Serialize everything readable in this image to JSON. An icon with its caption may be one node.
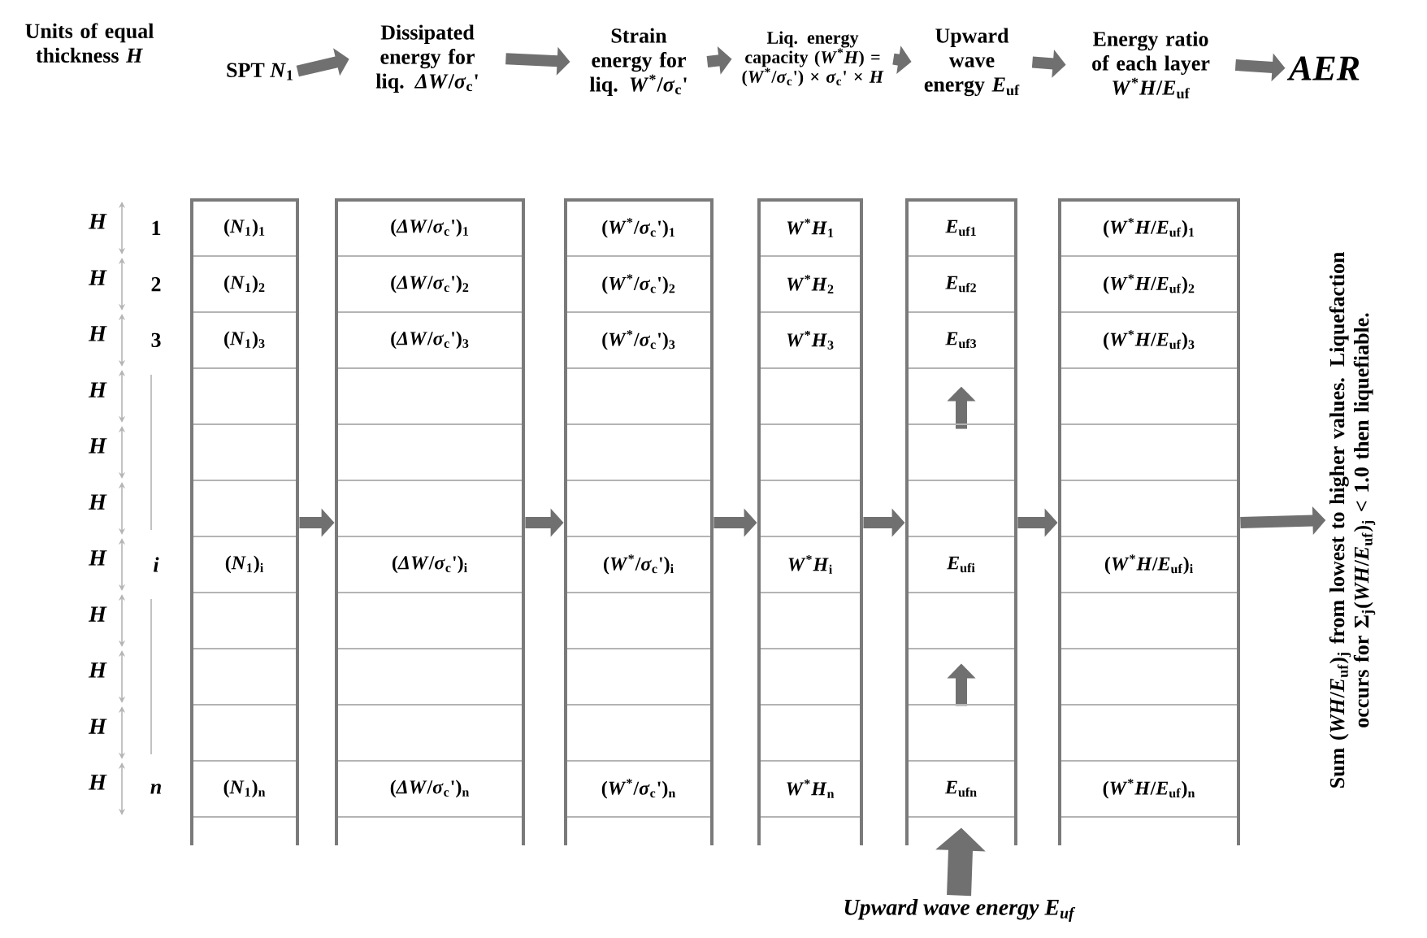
{
  "diagram": {
    "nodes": [
      {
        "text": [
          "SPT *N*$_{1}$"
        ]
      },
      {
        "text": [
          "Dissipated energy for liq. *ΔW*/*σ*$_{c}$'"
        ]
      },
      {
        "text": [
          "Strain energy for liq. *W*$^{*}$/*σ*$_{c}$'"
        ]
      },
      {
        "text": [
          "Liq. energy capacity (*W*$^{*}$*H*) = (*W*$^{*}$/*σ*$_{c}$') × *σ*$_{c}$' × *H*"
        ]
      },
      {
        "text": [
          "Upward wave energy *E*$_{uf}$"
        ]
      },
      {
        "text": [
          "Energy ratio of each layer *W*$^{*}$*H*/*E*$_{uf}$"
        ]
      },
      {
        "text": [
          "AER"
        ]
      },
      {
        "text": [
          "(*N*$_{1}$)$_{1}$",
          "(*N*$_{1}$)$_{2}$",
          "(*N*$_{1}$)$_{3}$",
          "(*N*$_{1}$)$_{i}$",
          "(*N*$_{1}$)$_{n}$"
        ]
      },
      {
        "text": [
          "(*ΔW*/*σ*$_{c}$')$_{1}$",
          "(*ΔW*/*σ*$_{c}$')$_{2}$",
          "(*ΔW*/*σ*$_{c}$')$_{3}$",
          "(*ΔW*/*σ*$_{c}$')$_{i}$",
          "(*ΔW*/*σ*$_{c}$')$_{n}$"
        ]
      },
      {
        "text": [
          "(*W*$^{*}$/*σ*$_{c}$')$_{1}$",
          "(*W*$^{*}$/*σ*$_{c}$')$_{2}$",
          "(*W*$^{*}$/*σ*$_{c}$')$_{3}$",
          "(*W*$^{*}$/*σ*$_{c}$')$_{i}$",
          "(*W*$^{*}$/*σ*$_{c}$')$_{n}$"
        ]
      },
      {
        "text": [
          "*W*$^{*}$*H*$_{1}$",
          "*W*$^{*}$*H*$_{2}$",
          "*W*$^{*}$*H*$_{3}$",
          "*W*$^{*}$*H*$_{i}$",
          "*W*$^{*}$*H*$_{n}$"
        ]
      },
      {
        "text": [
          "*E*$_{uf1}$",
          "*E*$_{uf2}$",
          "*E*$_{uf3}$",
          "*E*$_{ufi}$",
          "*E*$_{ufn}$"
        ]
      },
      {
        "text": [
          "(*W*$^{*}$*H*/*E*$_{uf}$)$_{1}$",
          "(*W*$^{*}$*H*/*E*$_{uf}$)$_{2}$",
          "(*W*$^{*}$*H*/*E*$_{uf}$)$_{3}$",
          "(*W*$^{*}$*H*/*E*$_{uf}$)$_{i}$",
          "(*W*$^{*}$*H*/*E*$_{uf}$)$_{n}$"
        ]
      },
      {
        "text": [
          "Sum (*WH*/*E*$_{uf}$)$_{j}$ from lowest to higher values. Liquefaction occurs for Σ$_{j}$(*WH*/*E*$_{uf}$)$_{j}$ < 1.0 then liquefiable."
        ]
      },
      {
        "text": [
          "Upward wave energy E$_{uf}$"
        ]
      }
    ],
    "edges": [
      {
        "from": 0,
        "to": 1,
        "arrow": "to"
      },
      {
        "from": 1,
        "to": 2,
        "arrow": "to"
      },
      {
        "from": 2,
        "to": 3,
        "arrow": "to"
      },
      {
        "from": 3,
        "to": 4,
        "arrow": "to"
      },
      {
        "from": 4,
        "to": 5,
        "arrow": "to"
      },
      {
        "from": 5,
        "to": 6,
        "arrow": "to"
      },
      {
        "from": 7,
        "to": 8,
        "arrow": "to"
      },
      {
        "from": 8,
        "to": 9,
        "arrow": "to"
      },
      {
        "from": 9,
        "to": 10,
        "arrow": "to"
      },
      {
        "from": 10,
        "to": 11,
        "arrow": "to"
      },
      {
        "from": 11,
        "to": 12,
        "arrow": "to"
      },
      {
        "from": 12,
        "to": 13,
        "arrow": "to"
      },
      {
        "from": 14,
        "to": 11,
        "arrow": "to",
        "style": "thick"
      }
    ],
    "labels": [
      "Units of equal thickness *H*",
      "H",
      "1",
      "H",
      "2",
      "H",
      "3",
      "H",
      "H",
      "H",
      "H",
      "i",
      "H",
      "H",
      "H",
      "H",
      "n"
    ]
  }
}
